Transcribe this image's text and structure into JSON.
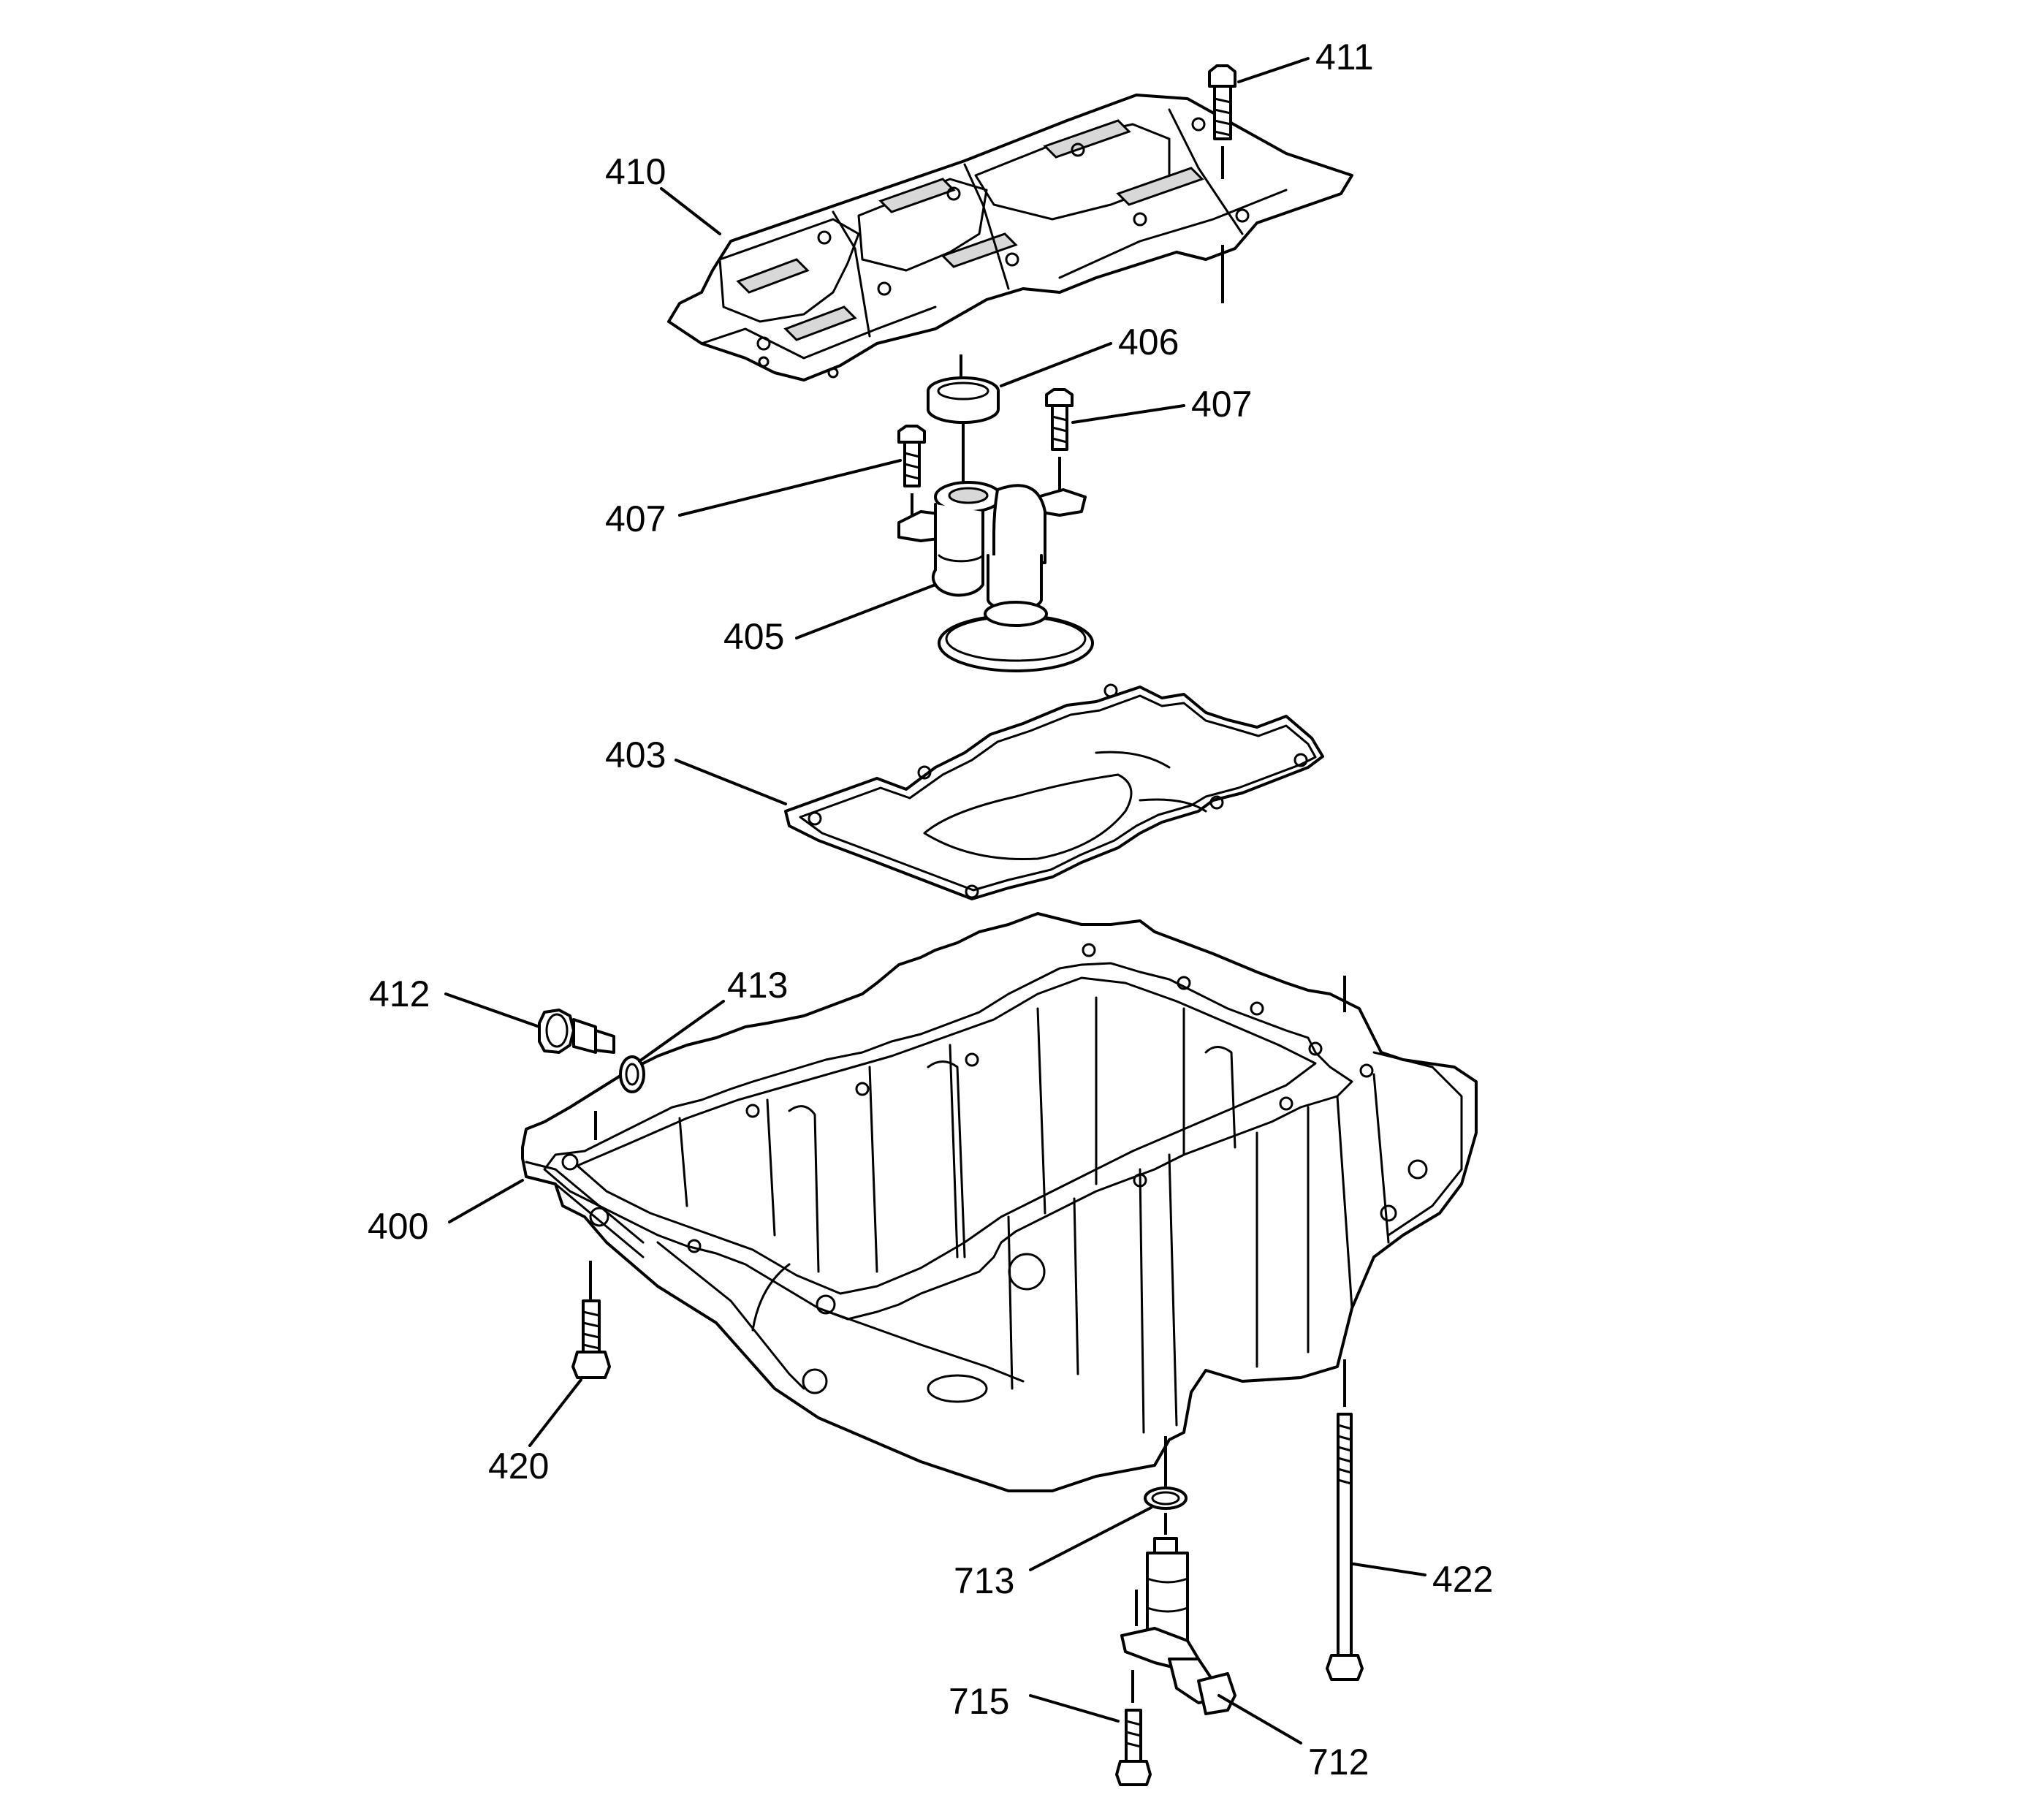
{
  "callouts": {
    "c411": "411",
    "c410": "410",
    "c406": "406",
    "c407a": "407",
    "c407b": "407",
    "c405": "405",
    "c403": "403",
    "c412": "412",
    "c413": "413",
    "c400": "400",
    "c420": "420",
    "c713": "713",
    "c422": "422",
    "c715": "715",
    "c712": "712"
  }
}
